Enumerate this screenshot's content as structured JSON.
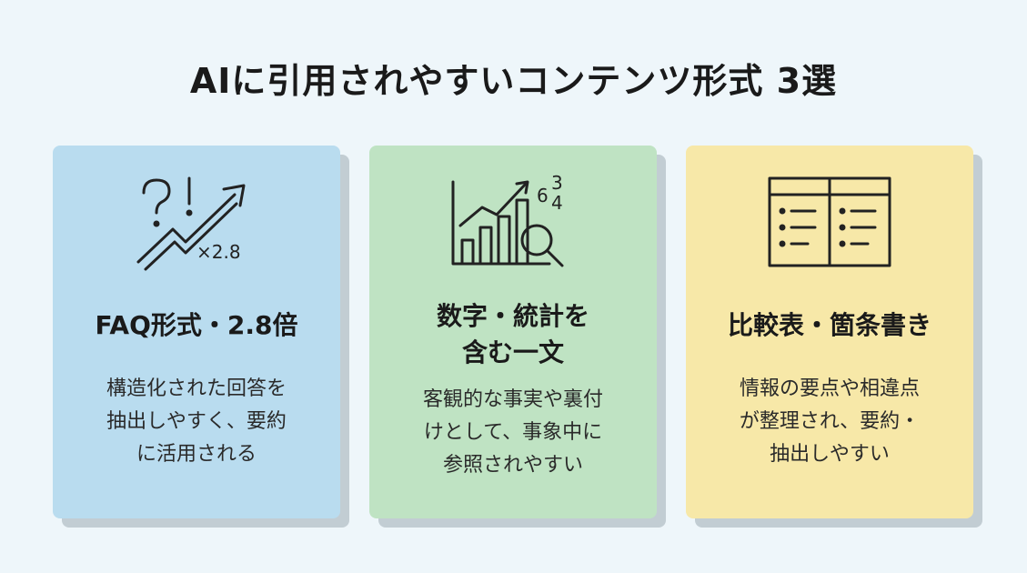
{
  "title": "AIに引用されやすいコンテンツ形式 3選",
  "colors": {
    "card1": "#b9dcef",
    "card2": "#bfe3c3",
    "card3": "#f7e8a8",
    "background": "#eef6fa"
  },
  "cards": [
    {
      "icon": "faq-growth-icon",
      "icon_label": "×2.8",
      "heading": [
        "FAQ形式・2.8倍"
      ],
      "desc": [
        "構造化された回答を",
        "抽出しやすく、要約",
        "に活用される"
      ]
    },
    {
      "icon": "stats-chart-magnifier-icon",
      "icon_numbers": [
        "6",
        "3",
        "4"
      ],
      "heading": [
        "数字・統計を",
        "含む一文"
      ],
      "desc": [
        "客観的な事実や裏付",
        "けとして、事象中に",
        "参照されやすい"
      ]
    },
    {
      "icon": "comparison-table-icon",
      "heading": [
        "比較表・箇条書き"
      ],
      "desc": [
        "情報の要点や相違点",
        "が整理され、要約・",
        "抽出しやすい"
      ]
    }
  ]
}
